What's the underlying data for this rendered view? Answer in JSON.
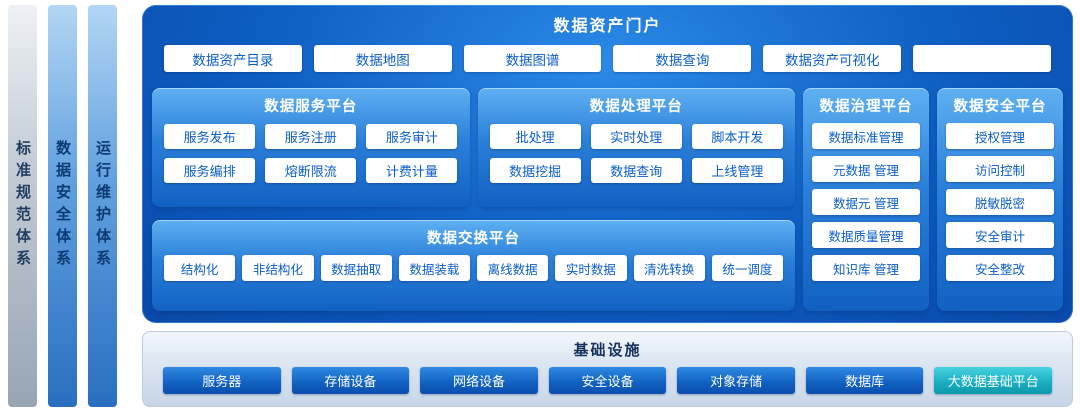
{
  "side_bars": [
    "标准规范体系",
    "数据安全体系",
    "运行维护体系"
  ],
  "portal": {
    "title": "数据资产门户",
    "buttons": [
      "数据资产目录",
      "数据地图",
      "数据图谱",
      "数据查询",
      "数据资产可视化",
      ""
    ]
  },
  "service_platform": {
    "title": "数据服务平台",
    "buttons": [
      "服务发布",
      "服务注册",
      "服务审计",
      "服务编排",
      "熔断限流",
      "计费计量"
    ]
  },
  "processing_platform": {
    "title": "数据处理平台",
    "buttons": [
      "批处理",
      "实时处理",
      "脚本开发",
      "数据挖掘",
      "数据查询",
      "上线管理"
    ]
  },
  "governance_platform": {
    "title": "数据治理平台",
    "buttons": [
      "数据标准管理",
      "元数据 管理",
      "数据元 管理",
      "数据质量管理",
      "知识库 管理"
    ]
  },
  "security_platform": {
    "title": "数据安全平台",
    "buttons": [
      "授权管理",
      "访问控制",
      "脱敏脱密",
      "安全审计",
      "安全整改"
    ]
  },
  "exchange_platform": {
    "title": "数据交换平台",
    "buttons": [
      "结构化",
      "非结构化",
      "数据抽取",
      "数据装载",
      "离线数据",
      "实时数据",
      "清洗转换",
      "统一调度"
    ]
  },
  "infrastructure": {
    "title": "基础设施",
    "buttons": [
      "服务器",
      "存储设备",
      "网络设备",
      "安全设备",
      "对象存储",
      "数据库",
      "大数据基础平台"
    ]
  },
  "colors": {
    "main_blue_dark": "#0a49a8",
    "main_blue": "#0d5cc0",
    "panel_blue_light": "#5fb0f2",
    "chip_text_blue": "#0b5ec6",
    "infra_chip_blue": "#1060c0",
    "teal_accent": "#18adc0",
    "silver_bar": "#97a5b4"
  }
}
